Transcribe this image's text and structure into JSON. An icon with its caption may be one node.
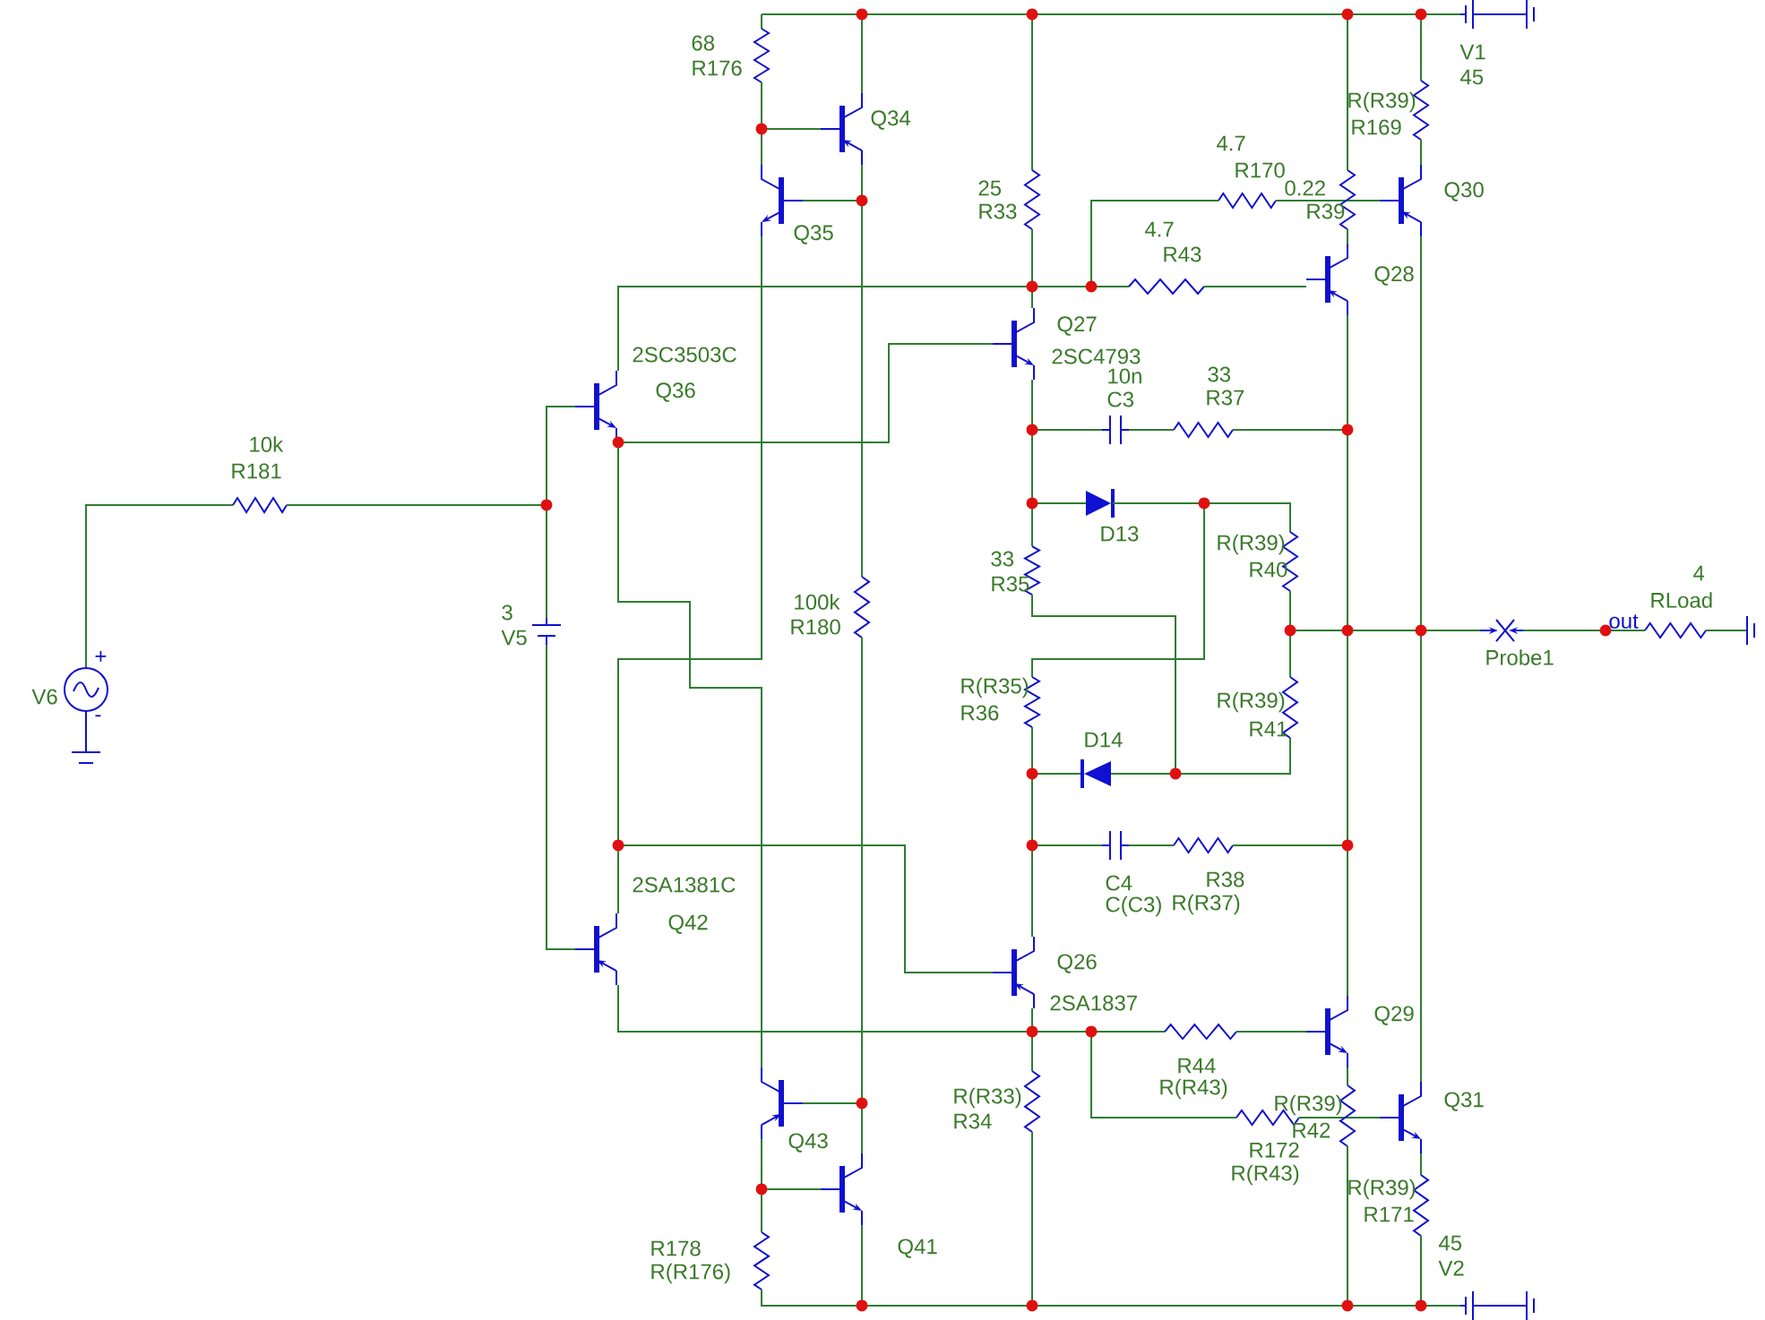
{
  "diagram": {
    "labels": [
      "68",
      "R176",
      "V1",
      "45",
      "R(R39)",
      "Q34",
      "R169",
      "4.7",
      "R170",
      "25",
      "0.22",
      "Q30",
      "R33",
      "R39",
      "4.7",
      "Q35",
      "R43",
      "Q28",
      "Q27",
      "2SC3503C",
      "2SC4793",
      "10n",
      "33",
      "Q36",
      "C3",
      "R37",
      "10k",
      "R181",
      "D13",
      "R(R39)",
      "33",
      "R40",
      "4",
      "R35",
      "RLoad",
      "100k",
      "3",
      "out",
      "R180",
      "V5",
      "+",
      "Probe1",
      "R(R35)",
      "V6",
      "R(R39)",
      "R36",
      "-",
      "R41",
      "D14",
      "R38",
      "C4",
      "2SA1381C",
      "R(R37)",
      "C(C3)",
      "Q42",
      "Q26",
      "2SA1837",
      "Q29",
      "R44",
      "R(R43)",
      "R(R33)",
      "Q31",
      "R(R39)",
      "R34",
      "R42",
      "Q43",
      "R172",
      "R(R43)",
      "R(R39)",
      "R171",
      "45",
      "R178",
      "Q41",
      "V2",
      "R(R176)"
    ]
  }
}
